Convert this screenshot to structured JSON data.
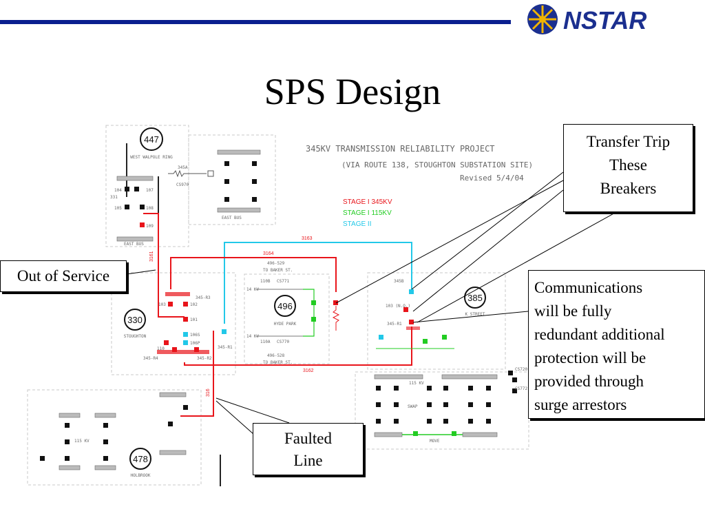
{
  "header": {
    "logo_text": "NSTAR"
  },
  "title": "SPS Design",
  "callouts": {
    "transfer_trip": [
      "Transfer Trip",
      "These",
      "Breakers"
    ],
    "out_of_service": "Out of Service",
    "communications": [
      "Communications",
      "will be fully",
      "redundant additional",
      "protection will be",
      "provided through",
      "surge arrestors"
    ],
    "faulted_line": [
      "Faulted",
      "Line"
    ]
  },
  "diagram": {
    "project_title": "345KV TRANSMISSION RELIABILITY PROJECT",
    "project_subtitle": "(VIA ROUTE 138, STOUGHTON SUBSTATION SITE)",
    "revised": "Revised 5/4/04",
    "legend": [
      {
        "label": "STAGE I  345KV",
        "color": "#e8141a"
      },
      {
        "label": "STAGE I  115KV",
        "color": "#22cc22"
      },
      {
        "label": "STAGE II",
        "color": "#22c8e8"
      }
    ],
    "stations": [
      {
        "number": "447",
        "name": "WEST WALPOLE RING"
      },
      {
        "number": "496",
        "name": "HYDE PARK"
      },
      {
        "number": "330",
        "name": "STOUGHTON"
      },
      {
        "number": "385",
        "name": "K STREET"
      },
      {
        "number": "478",
        "name": "HOLBROOK"
      }
    ],
    "line_labels": [
      "3163",
      "3164",
      "3161",
      "3162",
      "316"
    ],
    "bus_labels": [
      "EAST BUS",
      "EAST BUS",
      "496-529",
      "TO BAKER ST.",
      "496-528",
      "TO BAKER ST.",
      "115 KV",
      "SWAP",
      "MOVE"
    ],
    "breaker_labels": [
      "104",
      "107",
      "105",
      "108",
      "109",
      "345A",
      "CS970",
      "331",
      "110B",
      "CS771",
      "110A",
      "CS770",
      "14 KV",
      "345-R3",
      "345-R1",
      "345-R2",
      "345-R4",
      "103",
      "102",
      "101",
      "106S",
      "106P",
      "110",
      "345B",
      "103 (N.O.)",
      "345-R1",
      "CS720",
      "CS772"
    ]
  },
  "colors": {
    "header_rule": "#0a1f8f",
    "logo_blue": "#1b2f8f",
    "logo_gold": "#f0b400",
    "stage1_345": "#e8141a",
    "stage1_115": "#22cc22",
    "stage2": "#22c8e8"
  },
  "icons": [
    "nstar-sun-logo-icon",
    "breaker-square-icon",
    "disconnect-icon",
    "reactor-icon"
  ]
}
